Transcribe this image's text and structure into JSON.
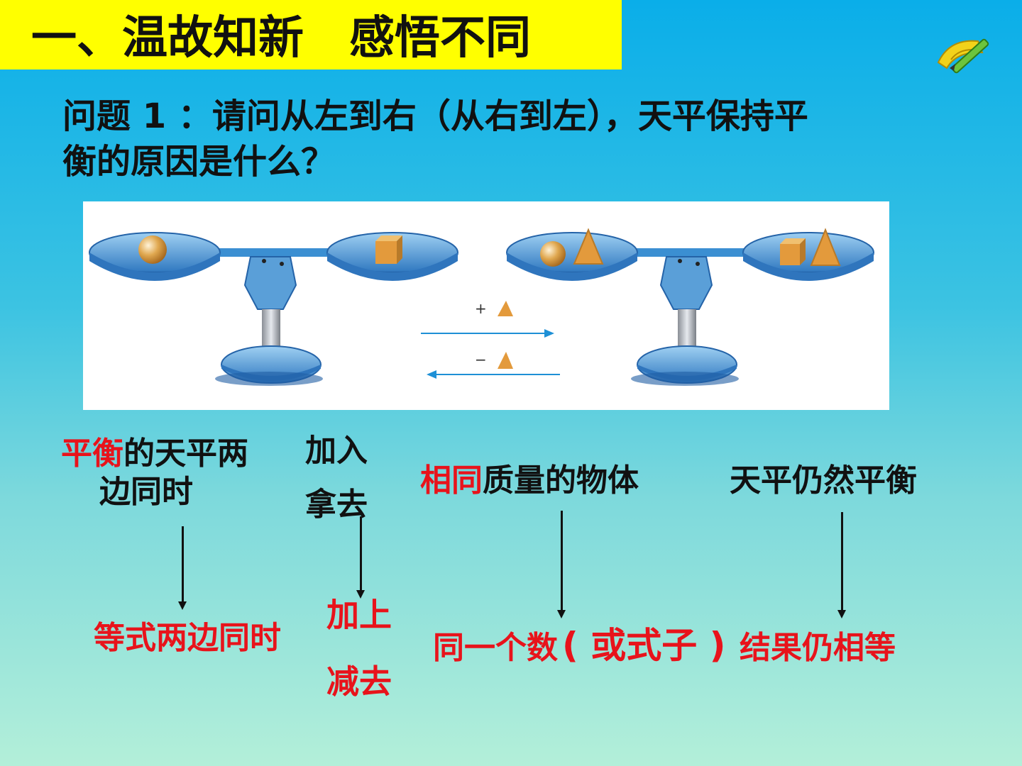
{
  "title": "一、温故知新　感悟不同",
  "question": {
    "line1": "问题 1 ：请问从左到右（从右到左），天平保持平",
    "line2": "衡的原因是什么？"
  },
  "figure": {
    "plus_sign": "+",
    "minus_sign": "−"
  },
  "top_row": {
    "balance_red": "平衡",
    "balance_rest": "的天平两",
    "balance_line2": "边同时",
    "add": "加入",
    "remove": "拿去",
    "same_red": "相同",
    "same_rest": "质量的物体",
    "still_balance": "天平仍然平衡"
  },
  "bottom_row": {
    "equation_sides": "等式两边同时",
    "add": "加上",
    "subtract": "减去",
    "same_number": "同一个数",
    "or_expression": "( 或式子 )",
    "result": "结果仍相等"
  },
  "colors": {
    "title_bg": "#ffff00",
    "highlight_red": "#e8131b",
    "scale_blue": "#2f86c8",
    "object_orange": "#e6a23c"
  }
}
